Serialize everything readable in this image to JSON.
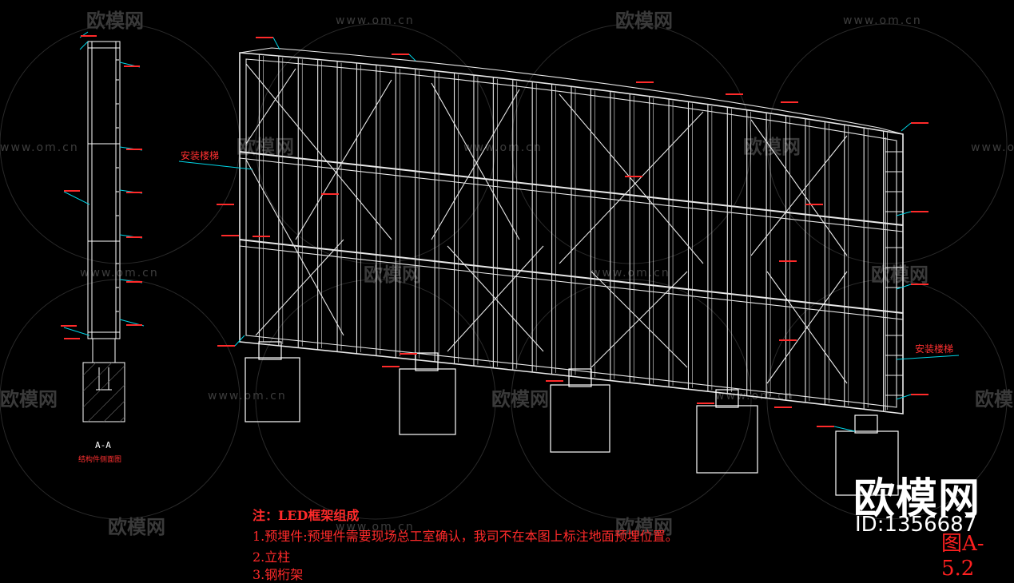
{
  "drawing": {
    "section_label": "A-A",
    "section_caption": "结构件侧面图",
    "ladder_label_left": "安装楼梯",
    "ladder_label_right": "安装楼梯",
    "figure_label": "图A-5.2"
  },
  "notes": {
    "title": "注：LED框架组成",
    "lines": [
      "1.预埋件:预埋件需要现场总工室确认，我司不在本图上标注地面预埋位置。",
      "2.立柱",
      "3.钢桁架"
    ]
  },
  "watermark": {
    "url_text": "www.om.cn",
    "brand_text": "欧模网",
    "brand_big": "欧模网",
    "id_text": "ID:1356687"
  },
  "colors": {
    "background": "#000000",
    "line": "#ffffff",
    "annotation": "#ff2a2a",
    "leader": "#00d5e6",
    "watermark": "#3d3d3d"
  }
}
